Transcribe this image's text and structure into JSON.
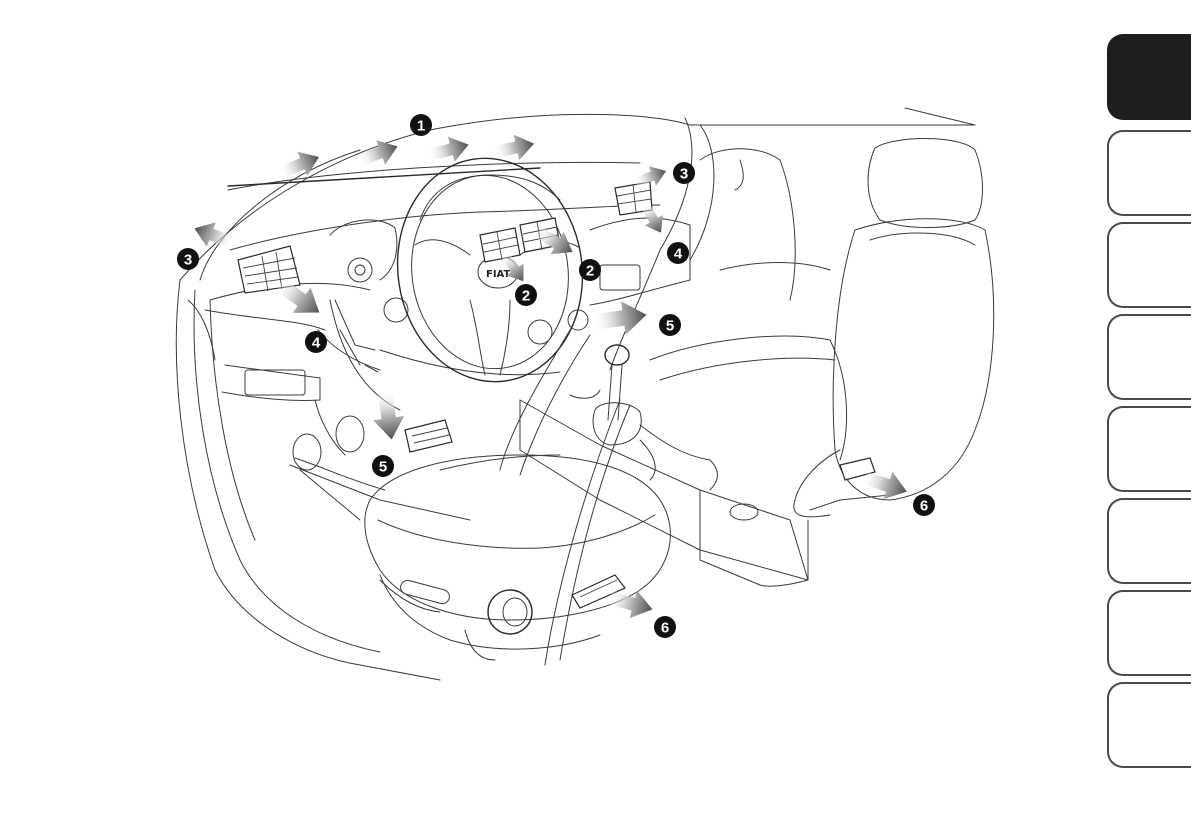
{
  "figure": {
    "callouts": [
      {
        "id": "callout-1",
        "label": "1"
      },
      {
        "id": "callout-2a",
        "label": "2"
      },
      {
        "id": "callout-2b",
        "label": "2"
      },
      {
        "id": "callout-3a",
        "label": "3"
      },
      {
        "id": "callout-3b",
        "label": "3"
      },
      {
        "id": "callout-4a",
        "label": "4"
      },
      {
        "id": "callout-4b",
        "label": "4"
      },
      {
        "id": "callout-5a",
        "label": "5"
      },
      {
        "id": "callout-5b",
        "label": "5"
      },
      {
        "id": "callout-6a",
        "label": "6"
      },
      {
        "id": "callout-6b",
        "label": "6"
      }
    ],
    "steering_badge": "FIAT"
  },
  "tabs": {
    "count": 8,
    "active_index": 0,
    "active_color": "#1e1e1e",
    "border_color": "#4a4a4a"
  }
}
